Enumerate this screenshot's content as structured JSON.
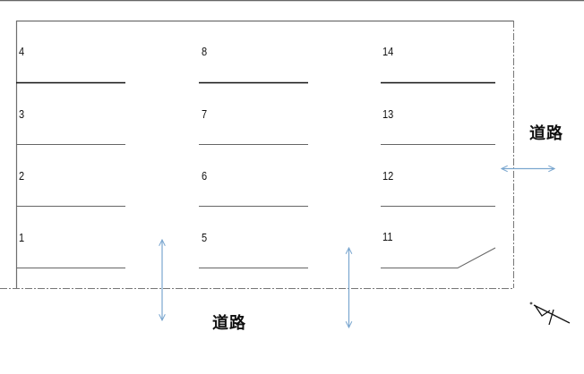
{
  "diagram": {
    "type": "parking-lot-layout",
    "colors": {
      "outline": "#6e6e6e",
      "divider": "#666666",
      "divider_strong": "#111111",
      "arrow": "#7aa6cf",
      "text": "#111111"
    },
    "columns": [
      {
        "id": "col-1",
        "spots": [
          {
            "number": "4"
          },
          {
            "number": "3"
          },
          {
            "number": "2"
          },
          {
            "number": "1"
          }
        ]
      },
      {
        "id": "col-2",
        "spots": [
          {
            "number": "8"
          },
          {
            "number": "7"
          },
          {
            "number": "6"
          },
          {
            "number": "5"
          }
        ]
      },
      {
        "id": "col-3",
        "spots": [
          {
            "number": "14"
          },
          {
            "number": "13"
          },
          {
            "number": "12"
          },
          {
            "number": "11"
          }
        ]
      }
    ],
    "roads": {
      "bottom_label": "道路",
      "right_label": "道路"
    },
    "north_symbol": "north-arrow"
  }
}
